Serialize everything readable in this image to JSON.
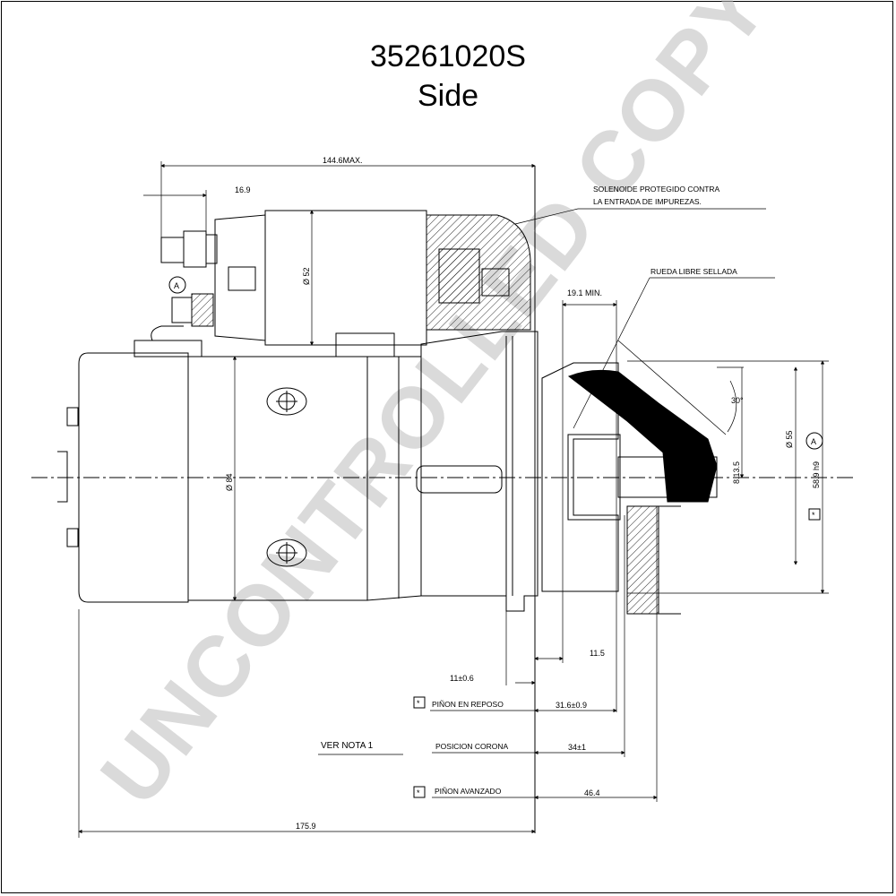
{
  "title": "35261020S",
  "subtitle": "Side",
  "watermark": "UNCONTROLLED COPY",
  "dimensions": {
    "max_length": "144.6MAX.",
    "terminal": "16.9",
    "solenoid_dia": "Ø 52",
    "body_dia": "Ø 84",
    "min_gap": "19.1 MIN.",
    "angle": "30°",
    "nose_dia": "Ø 55",
    "pinion_dia": "8.13.5",
    "ring_dia": "58.9 h9",
    "dim_11_5": "11.5",
    "dim_11": "11±0.6",
    "dim_31": "31.6±0.9",
    "dim_34": "34±1",
    "dim_46": "46.4",
    "overall": "175.9"
  },
  "notes": {
    "solenoid_line1": "SOLENOIDE PROTEGIDO CONTRA",
    "solenoid_line2": "LA ENTRADA DE IMPUREZAS.",
    "freewheel": "RUEDA LIBRE SELLADA",
    "rest": "PIÑON EN REPOSO",
    "crown": "POSICION CORONA",
    "advanced": "PIÑON AVANZADO",
    "see_note": "VER NOTA 1"
  },
  "markers": {
    "a_left": "A",
    "a_right": "A",
    "star": "*"
  }
}
